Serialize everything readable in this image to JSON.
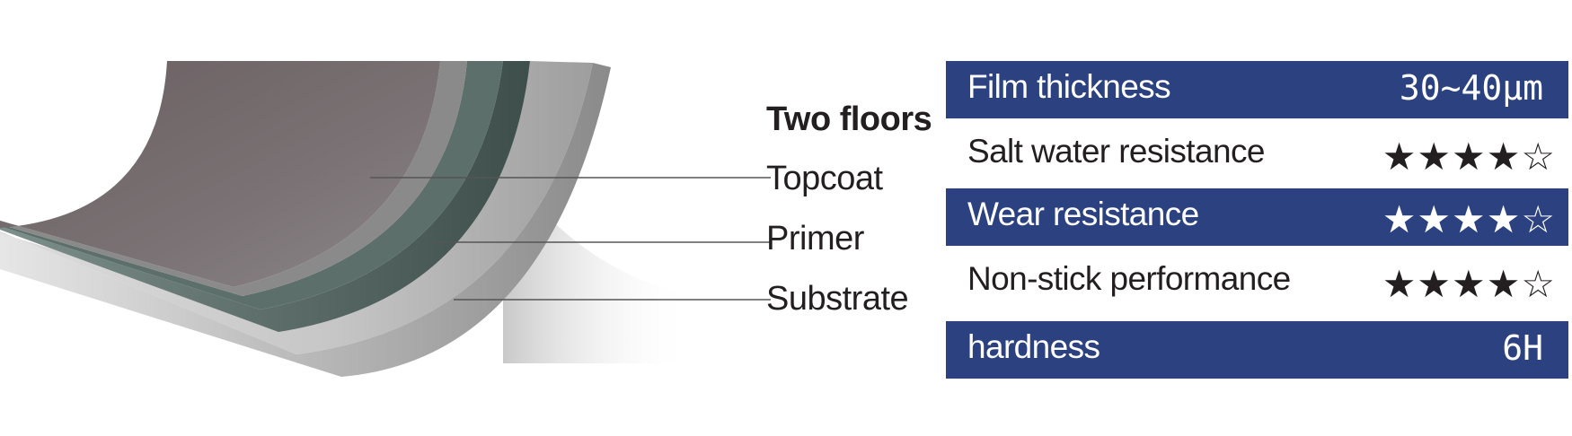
{
  "diagram": {
    "heading": "Two floors",
    "layers": [
      {
        "label": "Topcoat"
      },
      {
        "label": "Primer"
      },
      {
        "label": "Substrate"
      }
    ]
  },
  "specs": [
    {
      "name": "Film thickness",
      "value": "30~40μm",
      "style": "shaded"
    },
    {
      "name": "Salt water resistance",
      "value": "★★★★☆",
      "rating": 4,
      "max": 5,
      "style": "plain"
    },
    {
      "name": "Wear resistance",
      "value": "★★★★☆",
      "rating": 4,
      "max": 5,
      "style": "shaded"
    },
    {
      "name": "Non-stick performance",
      "value": "★★★★☆",
      "rating": 4,
      "max": 5,
      "style": "plain"
    },
    {
      "name": "hardness",
      "value": "6H",
      "style": "shaded"
    }
  ],
  "colors": {
    "row_shade": "#2c4280",
    "text_dark": "#231f20",
    "topcoat": "#6f6a6c",
    "primer": "#5d706c",
    "substrate": "#c9c9c9"
  }
}
